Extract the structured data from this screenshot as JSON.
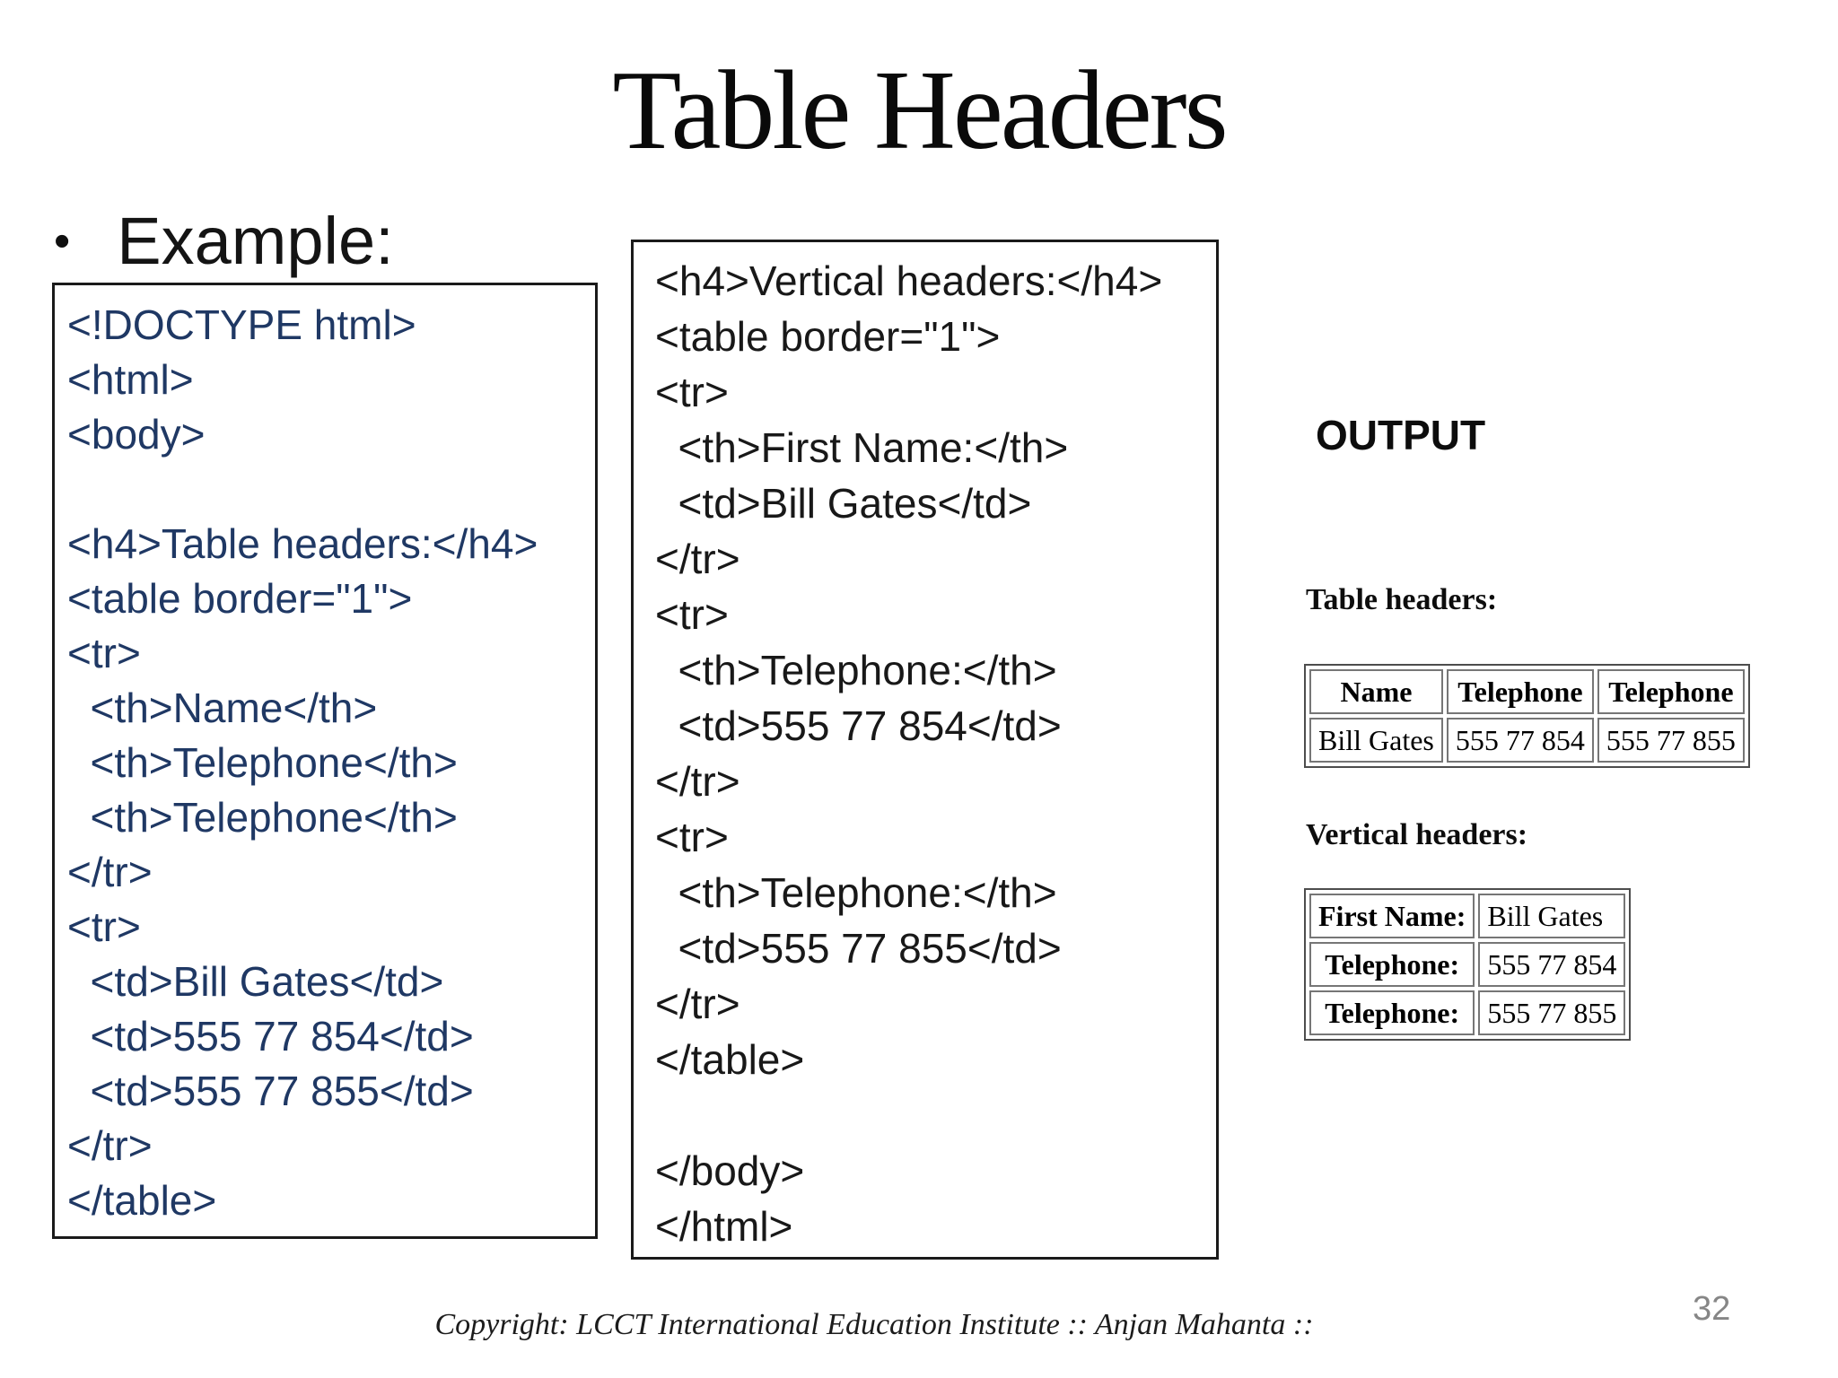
{
  "slide": {
    "title": "Table Headers",
    "bullet": "•",
    "bullet_label": "Example:",
    "footer": "Copyright: LCCT International Education Institute :: Anjan Mahanta ::",
    "page_number": "32"
  },
  "code_left": {
    "lines": [
      "<!DOCTYPE html>",
      "<html>",
      "<body>",
      "",
      "<h4>Table headers:</h4>",
      "<table border=\"1\">",
      "<tr>",
      "  <th>Name</th>",
      "  <th>Telephone</th>",
      "  <th>Telephone</th>",
      "</tr>",
      "<tr>",
      "  <td>Bill Gates</td>",
      "  <td>555 77 854</td>",
      "  <td>555 77 855</td>",
      "</tr>",
      "</table>"
    ]
  },
  "code_mid": {
    "lines": [
      "<h4>Vertical headers:</h4>",
      "<table border=\"1\">",
      "<tr>",
      "  <th>First Name:</th>",
      "  <td>Bill Gates</td>",
      "</tr>",
      "<tr>",
      "  <th>Telephone:</th>",
      "  <td>555 77 854</td>",
      "</tr>",
      "<tr>",
      "  <th>Telephone:</th>",
      "  <td>555 77 855</td>",
      "</tr>",
      "</table>",
      "",
      "</body>",
      "</html>"
    ]
  },
  "output": {
    "label": "OUTPUT",
    "horizontal_heading": "Table headers:",
    "horizontal_table": {
      "headers": [
        "Name",
        "Telephone",
        "Telephone"
      ],
      "rows": [
        [
          "Bill Gates",
          "555 77 854",
          "555 77 855"
        ]
      ]
    },
    "vertical_heading": "Vertical headers:",
    "vertical_table": {
      "rows": [
        {
          "header": "First Name:",
          "value": "Bill Gates"
        },
        {
          "header": "Telephone:",
          "value": "555 77 854"
        },
        {
          "header": "Telephone:",
          "value": "555 77 855"
        }
      ]
    }
  },
  "colors": {
    "code_left_text": "#1f3864",
    "code_mid_text": "#181818",
    "box_border": "#1a1a1a",
    "table_outer_border": "#4d4d4d",
    "table_cell_border": "#767676",
    "page_number_gray": "#868686"
  }
}
